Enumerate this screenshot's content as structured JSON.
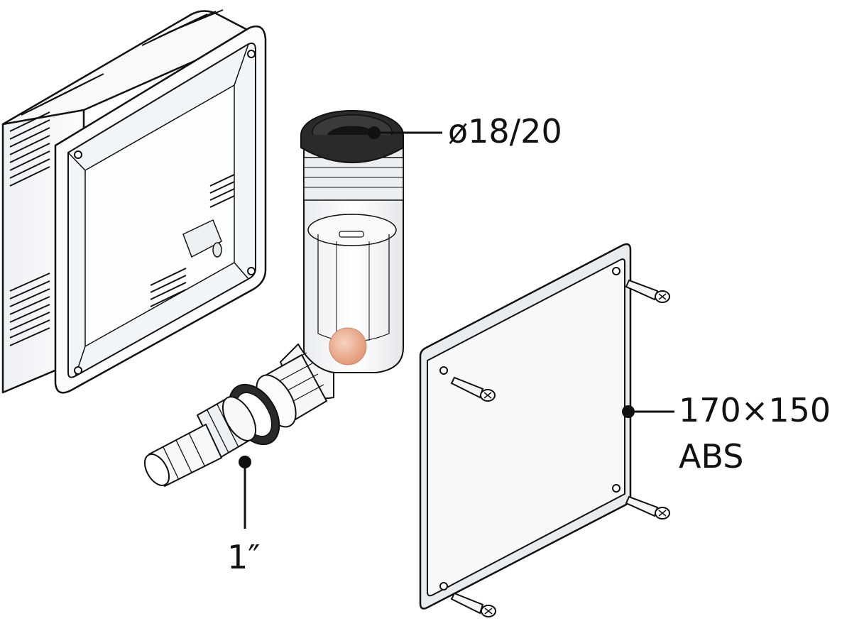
{
  "callouts": {
    "diameter": "ø18/20",
    "plate_size": "170×150",
    "plate_material": "ABS",
    "thread": "1″"
  },
  "colors": {
    "outline": "#111111",
    "gasket": "#2a2a2a",
    "ball": "#e8a88a",
    "plastic": "#f4f6f8"
  },
  "icons": [
    "screw-icon"
  ]
}
